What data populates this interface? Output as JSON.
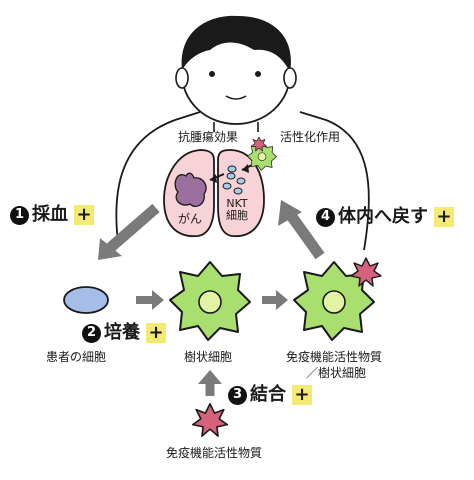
{
  "labels": {
    "antitumor_effect": "抗腫瘍効果",
    "activation": "活性化作用",
    "gan": "がん",
    "nkt_line1": "NKT",
    "nkt_line2": "細胞",
    "patient_cells": "患者の細胞",
    "dendritic_cells": "樹状細胞",
    "loaded_line1": "免疫機能活性物質",
    "loaded_line2": "／樹状細胞",
    "immuno_substance": "免疫機能活性物質"
  },
  "steps": [
    {
      "number": "1",
      "label": "採血",
      "plus": "+"
    },
    {
      "number": "2",
      "label": "培養",
      "plus": "+"
    },
    {
      "number": "3",
      "label": "結合",
      "plus": "+"
    },
    {
      "number": "4",
      "label": "体内へ戻す",
      "plus": "+"
    }
  ],
  "colors": {
    "lung": "#f7d3d8",
    "cancer": "#9b6f9e",
    "nkt_cell": "#a8cde8",
    "cell_blue": "#a5bde8",
    "dendritic": "#a8df6f",
    "nucleus": "#e3f4a4",
    "antigen": "#d6617c",
    "arrow": "#7a7a7a",
    "plus_bg": "#f3ea74"
  }
}
